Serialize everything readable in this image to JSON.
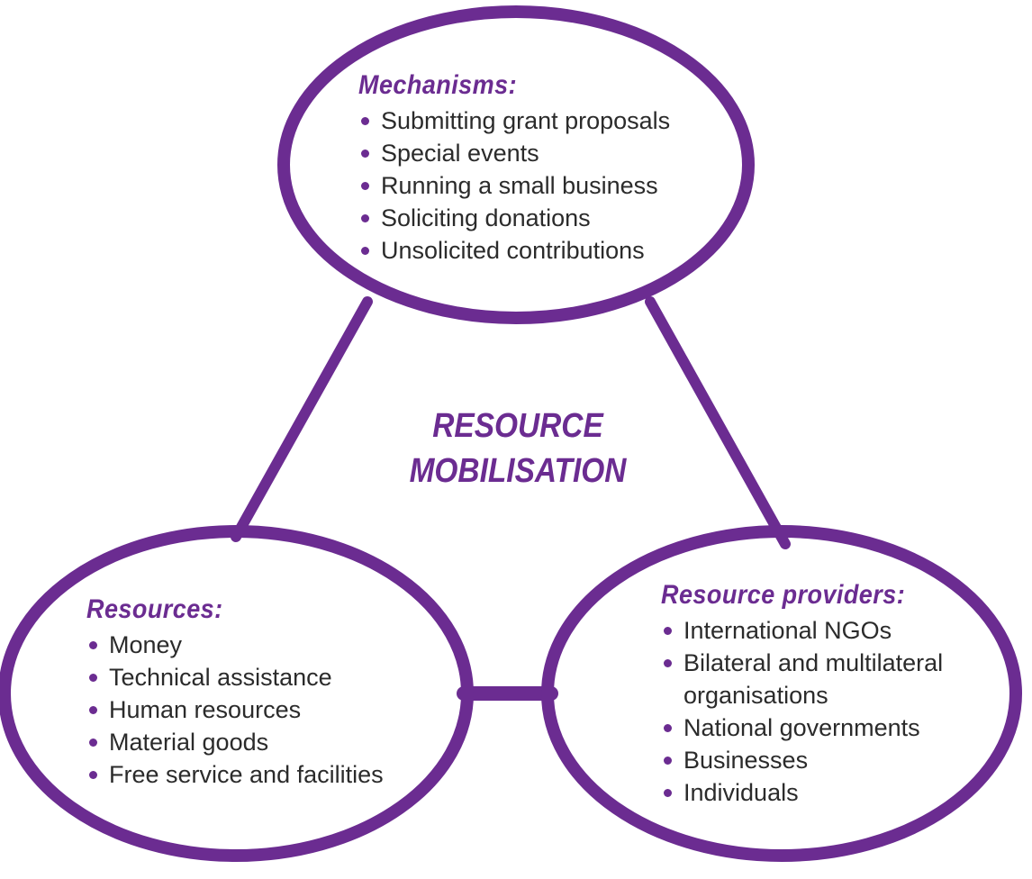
{
  "center": {
    "line1": "RESOURCE",
    "line2": "MOBILISATION"
  },
  "mechanisms": {
    "title": "Mechanisms:",
    "items": [
      "Submitting grant proposals",
      "Special events",
      "Running a small business",
      "Soliciting donations",
      "Unsolicited contributions"
    ]
  },
  "resources": {
    "title": "Resources:",
    "items": [
      "Money",
      "Technical assistance",
      "Human resources",
      "Material goods",
      "Free service and facilities"
    ]
  },
  "providers": {
    "title": "Resource providers:",
    "items": [
      "International NGOs",
      "Bilateral and multilateral",
      "organisations",
      "National governments",
      "Businesses",
      "Individuals"
    ]
  },
  "colors": {
    "accent": "#6b2c91",
    "text": "#2b2b2b"
  }
}
